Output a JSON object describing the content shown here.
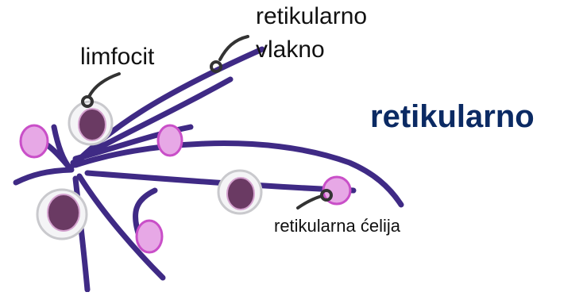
{
  "labels": {
    "fiber_line1": "retikularno",
    "fiber_line2": "vlakno",
    "lymphocyte": "limfocit",
    "title": "retikularno",
    "reticular_cell": "retikularna ćelija"
  },
  "colors": {
    "fiber": "#3f2a85",
    "cell_pink_fill": "#e7a8e6",
    "cell_pink_edge": "#c94fc8",
    "lymph_ring": "#c9c9cd",
    "lymph_nucleus": "#6a3a63",
    "pointer": "#333333",
    "title": "#0b2a63"
  }
}
